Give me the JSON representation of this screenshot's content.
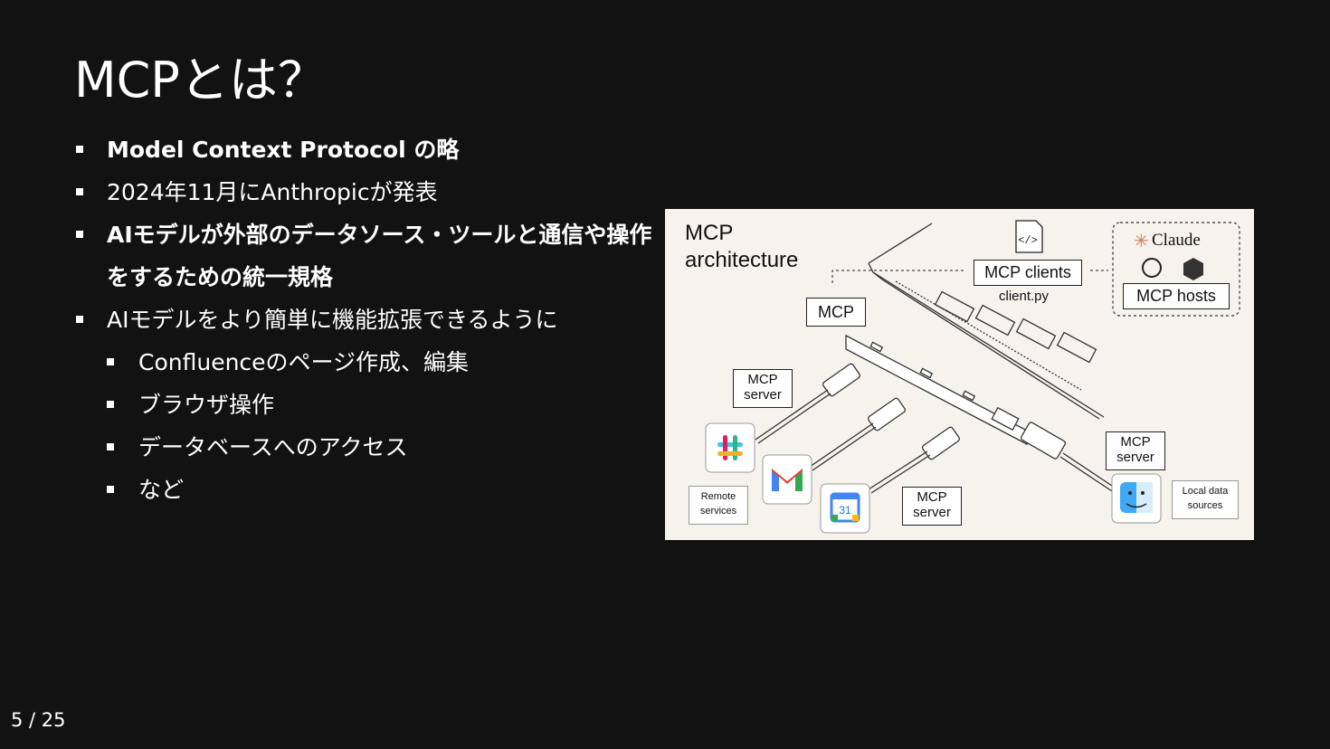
{
  "slide": {
    "title": "MCPとは？",
    "bullets": [
      "Model Context Protocol の略",
      "2024年11月にAnthropicが発表",
      "AIモデルが外部のデータソース・ツールと通信や操作をするための統一規格",
      "AIモデルをより簡単に機能拡張できるように"
    ],
    "sub_bullets": [
      "Confluenceのページ作成、編集",
      "ブラウザ操作",
      "データベースへのアクセス",
      "など"
    ]
  },
  "figure": {
    "title_line1": "MCP",
    "title_line2": "architecture",
    "mcp_clients": "MCP clients",
    "client_py": "client.py",
    "claude": "Claude",
    "mcp_hosts": "MCP hosts",
    "mcp": "MCP",
    "mcp_server": "MCP server",
    "remote_services": "Remote services",
    "local_data_sources": "Local data sources",
    "calendar_day": "31"
  },
  "pager": "5 / 25"
}
